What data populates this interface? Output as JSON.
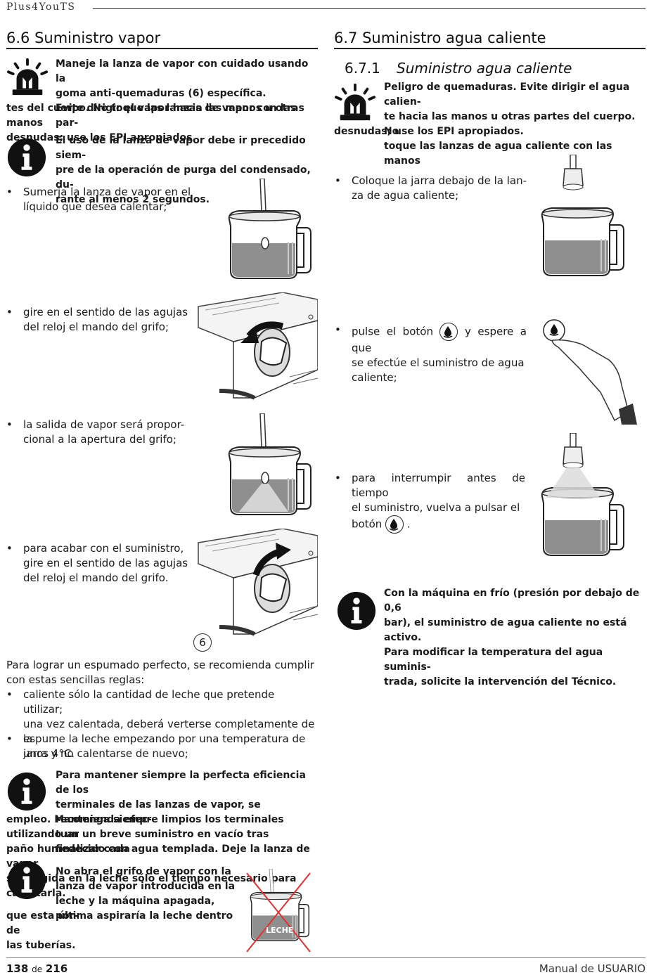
{
  "header": {
    "brand": "Plus4YouTS"
  },
  "left": {
    "section_title": "6.6 Suministro vapor",
    "warning1": {
      "line1": "Maneje la lanza de vapor con cuidado usando la",
      "line2": "goma anti-quemaduras (6) específica.",
      "line3": "Evite dirigir el vapor hacia las manos u otras par-",
      "line4": "tes del cuerpo. No toque las lanzas de vapor con las manos",
      "line5": "desnudas; use los EPI apropiados."
    },
    "info1": {
      "line1": "El uso de la lanza de vapor debe ir precedido siem-",
      "line2": "pre de la operación de purga del condensado, du-",
      "line3": "rante al menos 2 segundos."
    },
    "step1": {
      "line1": "Sumerja la lanza de vapor en el",
      "line2": "líquido que desea calentar;"
    },
    "step2": {
      "line1": "gire en el sentido de las agujas",
      "line2": "del reloj el mando del grifo;"
    },
    "step3": {
      "line1": "la salida de vapor será propor-",
      "line2": "cional a la apertura del grifo;"
    },
    "step4": {
      "line1": "para acabar con el suministro,",
      "line2": "gire en el sentido de las agujas",
      "line3": "del reloj el mando del grifo."
    },
    "callout_number": "6",
    "tips_intro": {
      "line1": "Para lograr un espumado perfecto, se recomienda cumplir",
      "line2": "con estas sencillas reglas:"
    },
    "tip1": {
      "line1": "caliente sólo la cantidad de leche que pretende utilizar;",
      "line2": "una vez calentada, deberá verterse completamente de la",
      "line3": "jarra y no calentarse de nuevo;"
    },
    "tip2": {
      "line1": "espume la leche empezando por una temperatura de",
      "line2": "unos 4°C."
    },
    "info2": {
      "line1": "Para mantener siempre la perfecta eficiencia de los",
      "line2": "terminales de las lanzas de vapor, se recomienda efec-",
      "line3": "tuar un breve suministro en vacío tras finalizar cada",
      "line4": "empleo. Mantenga siempre limpios los terminales utilizando un",
      "line5": "paño humedecido con agua templada. Deje la lanza de vapor",
      "line6": "sumergida en la leche sólo el tiempo necesario para calentarla."
    },
    "info3": {
      "line1": "No abra el grifo de vapor con la",
      "line2": "lanza de vapor introducida en la",
      "line3": "leche y la máquina apagada, por-",
      "line4": "que esta última aspiraría la leche dentro de",
      "line5": "las tuberías."
    },
    "jug_label": "LECHE"
  },
  "right": {
    "section_title": "6.7 Suministro agua caliente",
    "sub_number": "6.7.1",
    "sub_title": "Suministro agua caliente",
    "warning": {
      "line1": "Peligro de quemaduras. Evite dirigir el agua calien-",
      "line2": "te hacia las manos u otras partes del cuerpo. No",
      "line3": "toque las lanzas de agua caliente con las manos",
      "line4": "desnudas; use los EPI apropiados."
    },
    "step1": {
      "line1": "Coloque la jarra debajo de la lan-",
      "line2": "za de agua caliente;"
    },
    "step2": {
      "part1": "pulse el botón",
      "part2": "y espere a que",
      "line2": "se efectúe el suministro de agua",
      "line3": "caliente;"
    },
    "step3": {
      "line1": "para interrumpir antes de tiempo",
      "line2": "el suministro, vuelva a pulsar el",
      "part1": "botón",
      "part2": "."
    },
    "info": {
      "line1": "Con la máquina en frío (presión por debajo de 0,6",
      "line2": "bar), el suministro de agua caliente no está activo.",
      "line3": "Para modificar la temperatura del agua suminis-",
      "line4": "trada, solicite la intervención del Técnico."
    }
  },
  "footer": {
    "page_current": "138",
    "page_of": "de",
    "page_total": "216",
    "manual": "Manual de USUARIO"
  },
  "icons": [
    "warning-light-icon",
    "info-icon",
    "water-drop-icon"
  ]
}
